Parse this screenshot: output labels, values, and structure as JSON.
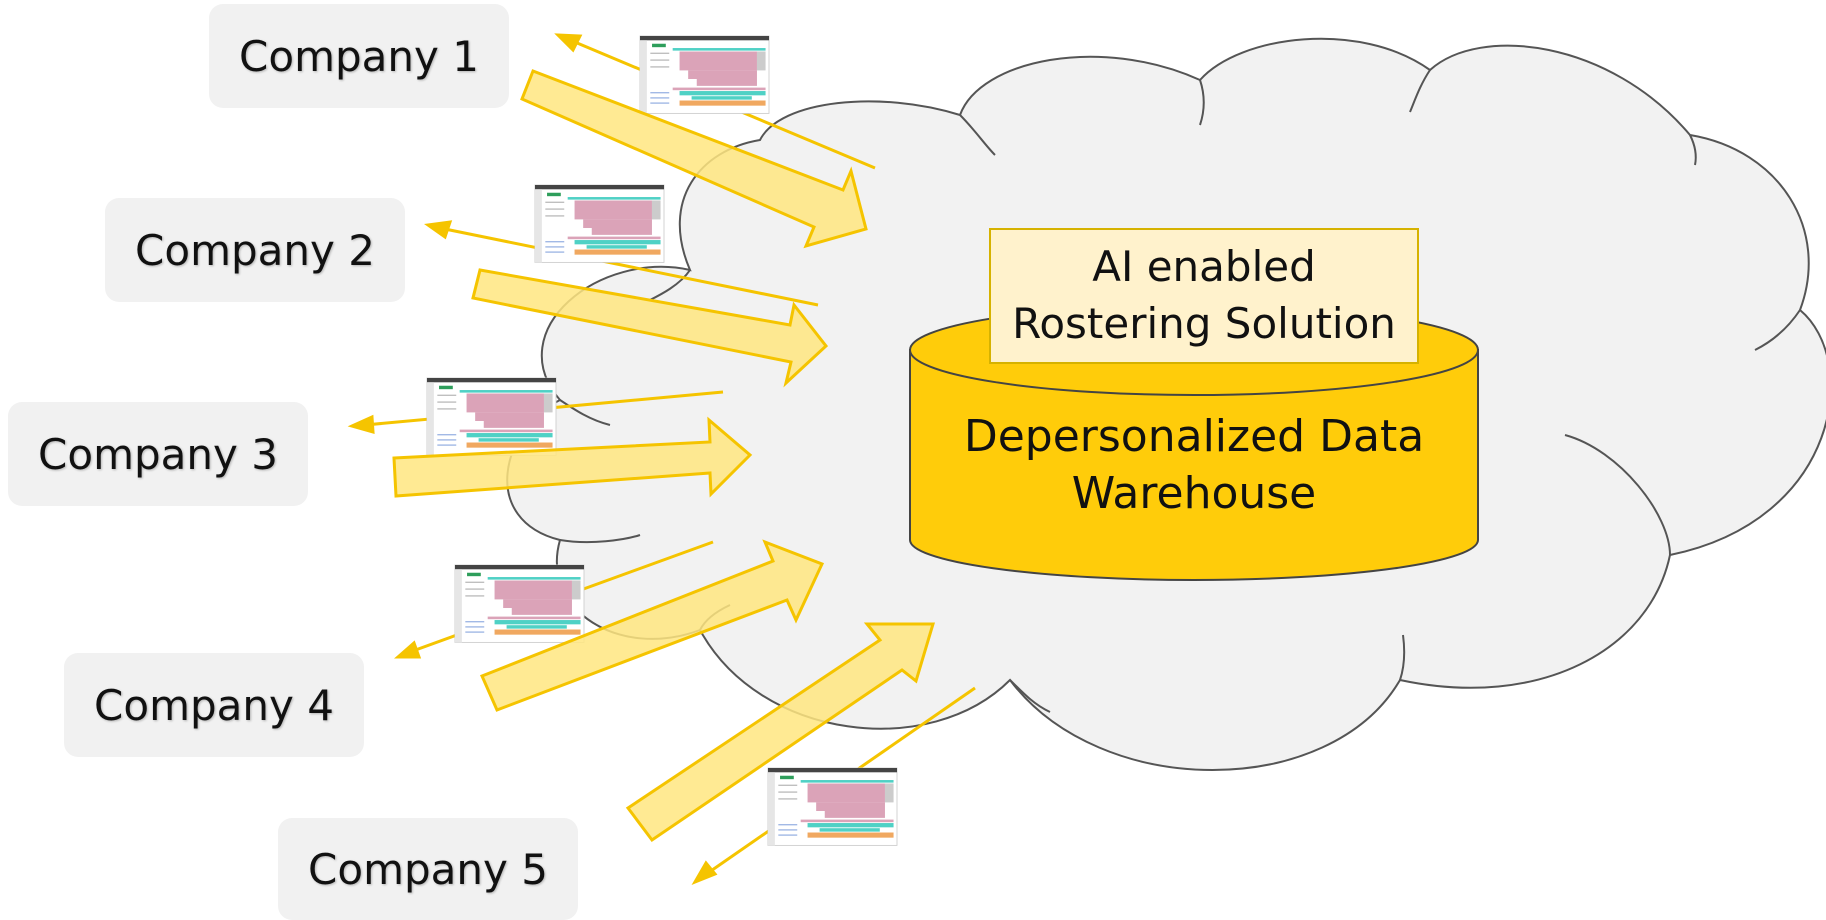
{
  "companies": [
    {
      "label": "Company 1"
    },
    {
      "label": "Company 2"
    },
    {
      "label": "Company 3"
    },
    {
      "label": "Company 4"
    },
    {
      "label": "Company 5"
    }
  ],
  "cloud": {
    "ai_label_line1": "AI enabled",
    "ai_label_line2": "Rostering Solution",
    "warehouse_line1": "Depersonalized Data",
    "warehouse_line2": "Warehouse"
  },
  "colors": {
    "cloud_fill": "#f2f2f2",
    "cloud_stroke": "#555555",
    "cylinder_fill": "#ffcc0a",
    "arrow_fill": "#ffe680",
    "arrow_stroke": "#f5c400",
    "label_fill": "#fff2cc",
    "company_fill": "#f1f1f1",
    "roster_pink": "#dba3b8",
    "roster_teal": "#4fd1c5",
    "roster_orange": "#f0a860"
  }
}
